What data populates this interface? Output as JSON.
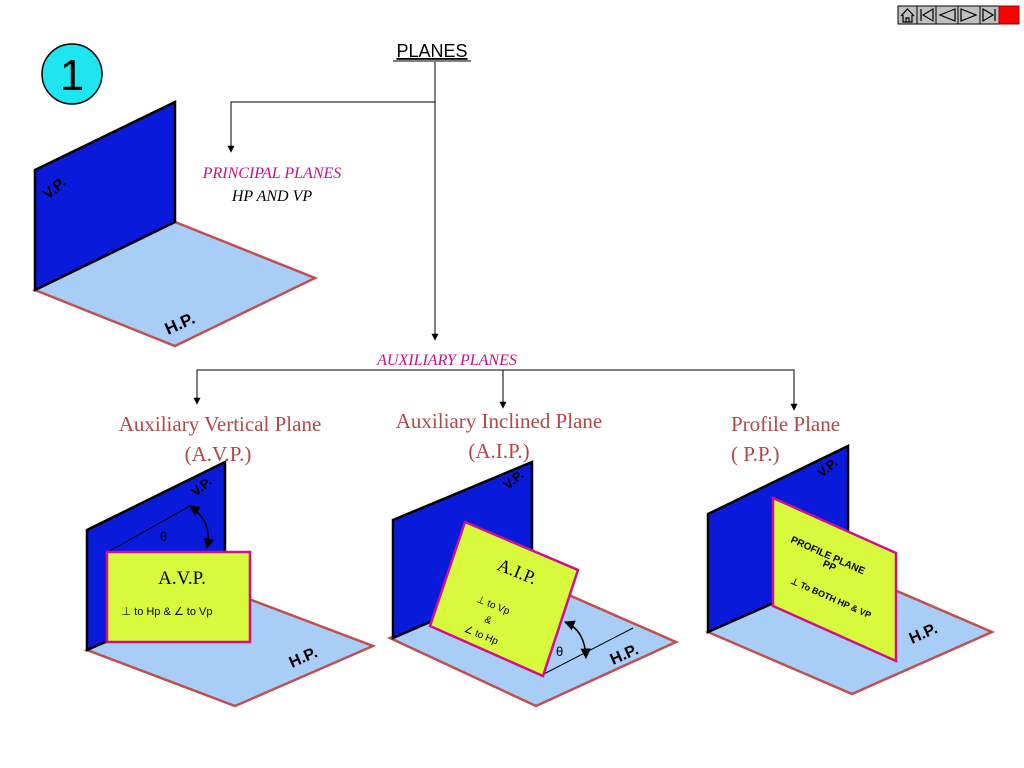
{
  "slide_number": "1",
  "title": "PLANES",
  "principal": {
    "label": "PRINCIPAL PLANES",
    "sub": "HP AND  VP"
  },
  "auxiliary": {
    "label": "AUXILIARY PLANES"
  },
  "avp": {
    "name": "Auxiliary Vertical Plane",
    "abbr": "(A.V.P.)",
    "box_title": "A.V.P.",
    "box_text": "⊥ to Hp & ∠ to Vp",
    "angle_symbol": "θ"
  },
  "aip": {
    "name": "Auxiliary Inclined Plane",
    "abbr": "(A.I.P.)",
    "box_title": "A.I.P.",
    "box_line1": "⊥ to Vp",
    "box_line2": "&",
    "box_line3": "∠ to Hp",
    "angle_symbol": "θ"
  },
  "pp": {
    "name": "Profile Plane",
    "abbr": "( P.P.)",
    "box_line1": "PROFILE PLANE",
    "box_line2": "PP",
    "box_line3": "⊥ To BOTH HP & VP"
  },
  "vp_label": "V.P.",
  "hp_label": "H.P.",
  "colors": {
    "vp": "#0a1adb",
    "hp": "#a8cef7",
    "hp_border": "#c05050",
    "aux_plane": "#d8fa3c",
    "aux_border": "#d0108a",
    "heading_magenta": "#c4108a",
    "heading_red": "#b04848",
    "badge": "#1ee6f0",
    "nav_stop": "#ff0000"
  },
  "nav": {
    "home": "home-icon",
    "first": "first-icon",
    "prev": "previous-icon",
    "next": "next-icon",
    "last": "last-icon",
    "stop": "stop-icon"
  }
}
